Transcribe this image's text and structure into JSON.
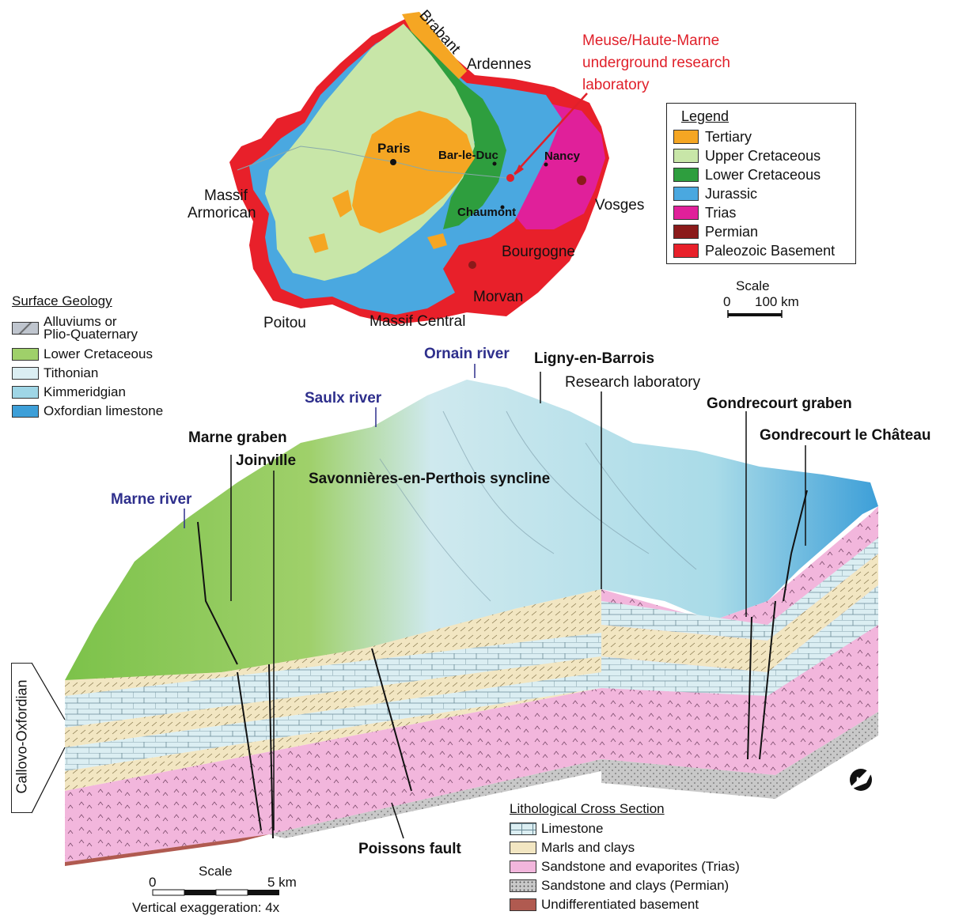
{
  "map_labels": {
    "brabant": "Brabant",
    "ardennes": "Ardennes",
    "massif_armorican_1": "Massif",
    "massif_armorican_2": "Armorican",
    "paris": "Paris",
    "bar_le_duc": "Bar-le-Duc",
    "nancy": "Nancy",
    "chaumont": "Chaumont",
    "vosges": "Vosges",
    "bourgogne": "Bourgogne",
    "morvan": "Morvan",
    "poitou": "Poitou",
    "massif_central": "Massif Central",
    "lab_line1": "Meuse/Haute-Marne",
    "lab_line2": "underground research",
    "lab_line3": "laboratory"
  },
  "map_legend": {
    "title": "Legend",
    "items": [
      {
        "label": "Tertiary",
        "color": "#f5a623"
      },
      {
        "label": "Upper Cretaceous",
        "color": "#c8e6a8"
      },
      {
        "label": "Lower Cretaceous",
        "color": "#2e9e3e"
      },
      {
        "label": "Jurassic",
        "color": "#4aa8e0"
      },
      {
        "label": "Trias",
        "color": "#e0209a"
      },
      {
        "label": "Permian",
        "color": "#8b1a1a"
      },
      {
        "label": "Paleozoic Basement",
        "color": "#e8202a"
      }
    ]
  },
  "map_scale": {
    "title": "Scale",
    "zero": "0",
    "value": "100 km"
  },
  "surface_geology": {
    "title": "Surface Geology",
    "items": [
      {
        "label": "Alluviums or",
        "label2": "Plio-Quaternary",
        "color": "#a9b0bb"
      },
      {
        "label": "Lower Cretaceous",
        "color": "#9fd06a"
      },
      {
        "label": "Tithonian",
        "color": "#dbeef2"
      },
      {
        "label": "Kimmeridgian",
        "color": "#9fd6e6"
      },
      {
        "label": "Oxfordian limestone",
        "color": "#3d9fd8"
      }
    ]
  },
  "block_labels": {
    "ornain_river": "Ornain river",
    "ligny": "Ligny-en-Barrois",
    "research_lab": "Research laboratory",
    "saulx_river": "Saulx river",
    "gondrecourt_graben": "Gondrecourt graben",
    "gondrecourt_chateau": "Gondrecourt le Château",
    "marne_graben": "Marne graben",
    "joinville": "Joinville",
    "savonnieres": "Savonnières-en-Perthois syncline",
    "marne_river": "Marne river",
    "poissons_fault": "Poissons fault",
    "callovo": "Callovo-Oxfordian"
  },
  "lithology": {
    "title": "Lithological Cross Section",
    "items": [
      {
        "label": "Limestone",
        "color": "#dbeef2"
      },
      {
        "label": "Marls and clays",
        "color": "#f2e6c2"
      },
      {
        "label": "Sandstone and evaporites (Trias)",
        "color": "#f2b6dc"
      },
      {
        "label": "Sandstone and clays (Permian)",
        "color": "#c8c8c8"
      },
      {
        "label": "Undifferentiated basement",
        "color": "#b05a50"
      }
    ]
  },
  "block_scale": {
    "title": "Scale",
    "zero": "0",
    "value": "5 km",
    "exaggeration": "Vertical exaggeration: 4x"
  }
}
